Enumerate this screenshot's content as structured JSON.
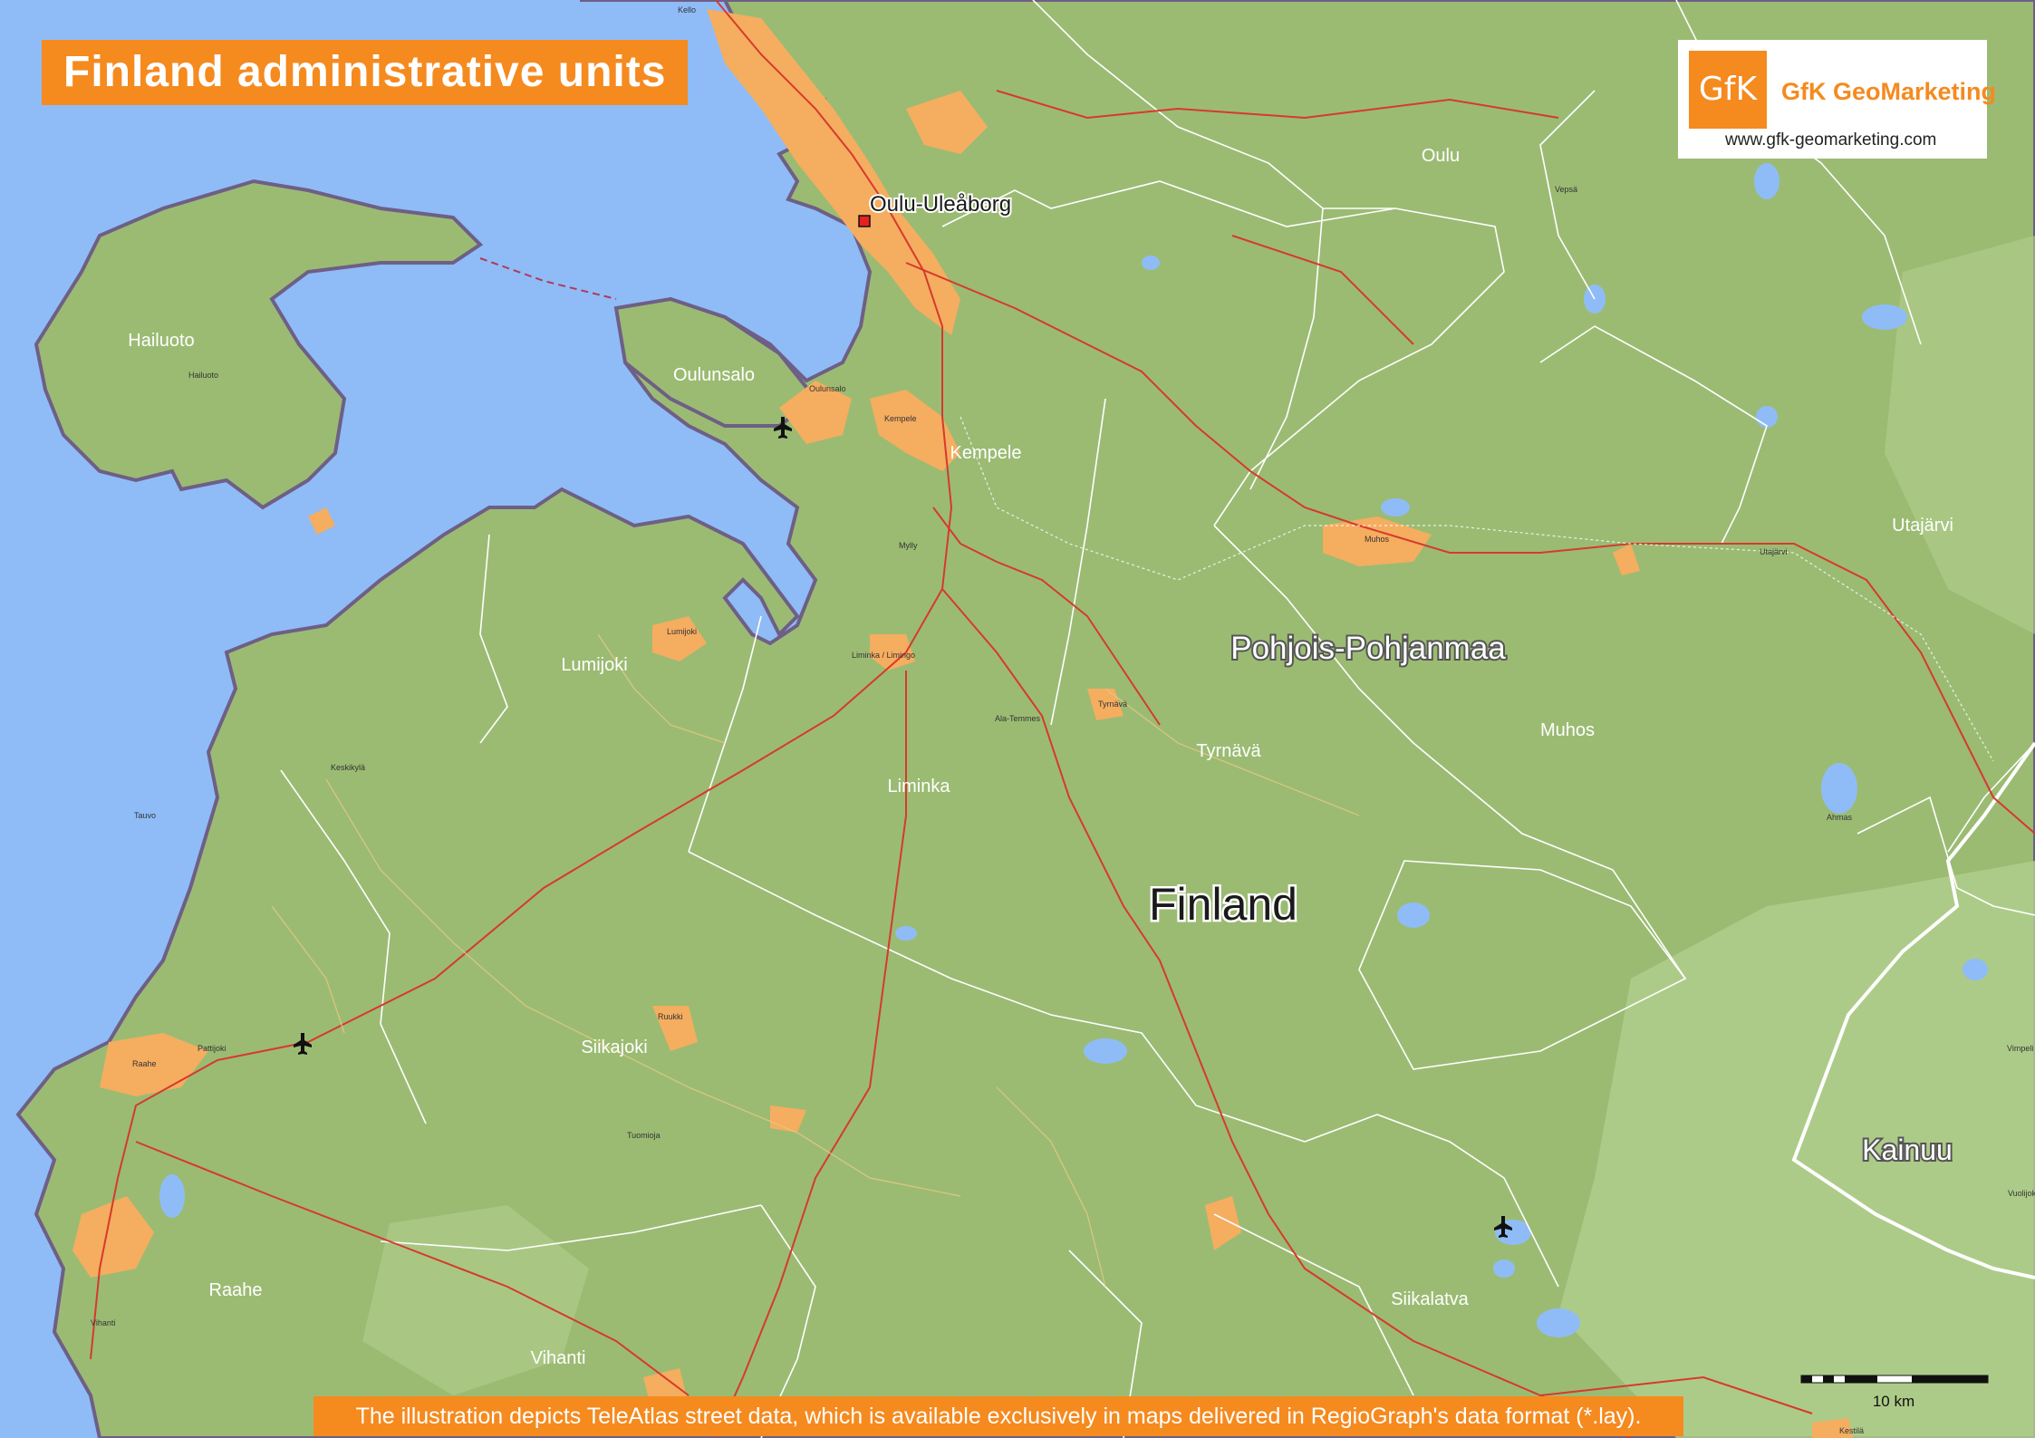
{
  "title": "Finland administrative units",
  "logo": {
    "mark": "GfK",
    "name": "GfK GeoMarketing",
    "url": "www.gfk-geomarketing.com"
  },
  "footer": "The illustration depicts TeleAtlas street data, which is available exclusively in maps delivered in RegioGraph's data format (*.lay).",
  "scale_bar": {
    "label": "10 km"
  },
  "labels": {
    "country": "Finland",
    "regions": [
      "Pohjois-Pohjanmaa",
      "Kainuu"
    ],
    "city": "Oulu-Uleåborg",
    "municipalities": [
      "Oulu",
      "Hailuoto",
      "Oulunsalo",
      "Kempele",
      "Utajärvi",
      "Lumijoki",
      "Tyrnävä",
      "Muhos",
      "Liminka",
      "Siikajoki",
      "Raahe",
      "Siikalatva",
      "Vihanti"
    ],
    "small_places": [
      "Kello",
      "Hailuoto",
      "Oulunsalo",
      "Kempele",
      "Muhos",
      "Utajärvi",
      "Lumijoki",
      "Liminka / Limingo",
      "Tyrnävä",
      "Ala-Temmes",
      "Keskikylä",
      "Tauvo",
      "Pattijoki",
      "Raahe",
      "Ruukki",
      "Tuomioja",
      "Vihanti",
      "Kestilä",
      "Vuolijoki",
      "Vimpeli",
      "Vepsä",
      "Mylly",
      "Ahmas"
    ]
  },
  "colors": {
    "water": "#8fbcf7",
    "land": "#9bbb73",
    "land_light": "#b2cf8d",
    "urban": "#f5ad60",
    "road": "#d63a2c",
    "border": "#ffffff",
    "accent": "#f58a1f"
  },
  "icons": {
    "airport": "airplane-icon",
    "capital": "red-square-icon"
  }
}
